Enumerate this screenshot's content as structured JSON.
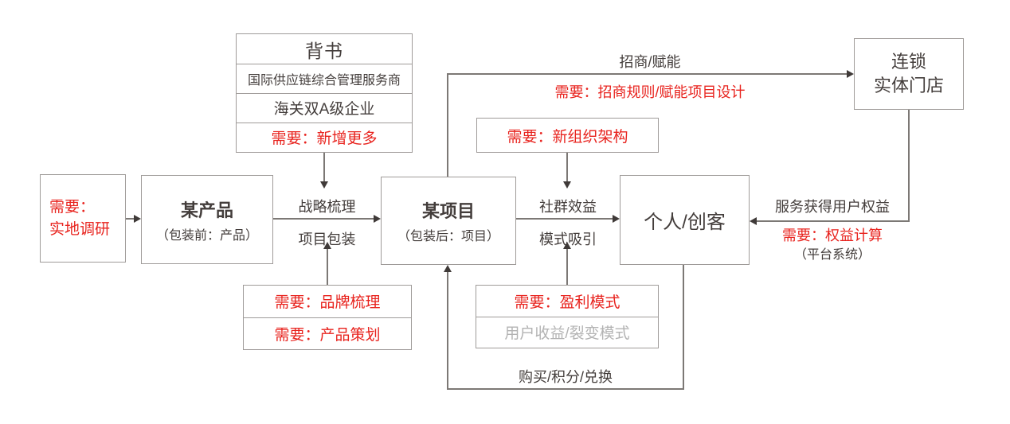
{
  "diagram": {
    "endorsement": {
      "title": "背书",
      "row1": "国际供应链综合管理服务商",
      "row2": "海关双A级企业",
      "row3": "需要：新增更多"
    },
    "survey": {
      "line1": "需要：",
      "line2": "实地调研"
    },
    "product": {
      "title": "某产品",
      "subtitle": "（包装前：产品）"
    },
    "project": {
      "title": "某项目",
      "subtitle": "（包装后：项目）"
    },
    "person": {
      "title": "个人/创客"
    },
    "chain": {
      "line1": "连锁",
      "line2": "实体门店"
    },
    "org": {
      "label": "需要：新组织架构"
    },
    "brand": {
      "row1": "需要：品牌梳理",
      "row2": "需要：产品策划"
    },
    "profit": {
      "row1": "需要：盈利模式",
      "row2": "用户收益/裂变模式"
    },
    "edges": {
      "strategy_top": "战略梳理",
      "strategy_bottom": "项目包装",
      "community_top": "社群效益",
      "community_bottom": "模式吸引",
      "invest_label": "招商/赋能",
      "invest_need": "需要：招商规则/赋能项目设计",
      "service_label": "服务获得用户权益",
      "service_need": "需要：权益计算",
      "service_sub": "（平台系统）",
      "purchase_label": "购买/积分/兑换"
    },
    "colors": {
      "red": "#e8231e",
      "text": "#433d3b",
      "gray_text": "#b3b3b3",
      "line": "#7c7875",
      "border": "#9f9b99"
    }
  }
}
